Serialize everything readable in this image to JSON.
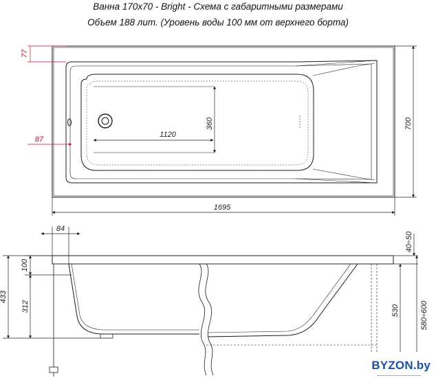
{
  "title_line1": "Ванна 170x70 - Bright - Схема с габаритными размерами",
  "title_line2": "Объем 188 лит. (Уровень воды 100 мм от верхнего борта)",
  "dimensions": {
    "d77": "77",
    "d87": "87",
    "d1120": "1120",
    "d360": "360",
    "d700": "700",
    "d1695": "1695",
    "d84": "84",
    "d40_50": "40÷50",
    "d100": "100",
    "d433": "433",
    "d312": "312",
    "d530": "530",
    "d580_600": "580÷600"
  },
  "watermark": "BYZON.by",
  "colors": {
    "accent_red": "#c8102e",
    "line": "#1a1a1a",
    "watermark_blue": "#1a4fa3"
  }
}
